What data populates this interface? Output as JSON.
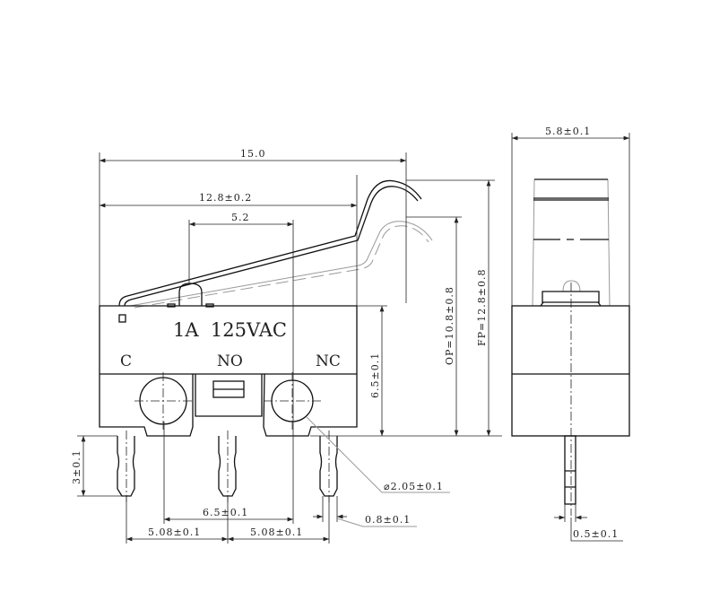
{
  "front_view": {
    "rating": "1A  125VAC",
    "terminals": [
      "C",
      "NO",
      "NC"
    ],
    "dimensions": {
      "overall_length": "15.0",
      "body_length": "12.8±0.2",
      "actuator_offset": "5.2",
      "body_height": "6.5±0.1",
      "operating_position": "OP=10.8±0.8",
      "free_position": "FP=12.8±0.8",
      "pin_length": "3±0.1",
      "hole_spacing": "6.5±0.1",
      "pin_pitch_left": "5.08±0.1",
      "pin_pitch_right": "5.08±0.1",
      "pin_width": "0.8±0.1",
      "hole_diameter": "⌀2.05±0.1"
    }
  },
  "side_view": {
    "dimensions": {
      "width": "5.8±0.1",
      "pin_thickness": "0.5±0.1"
    }
  }
}
